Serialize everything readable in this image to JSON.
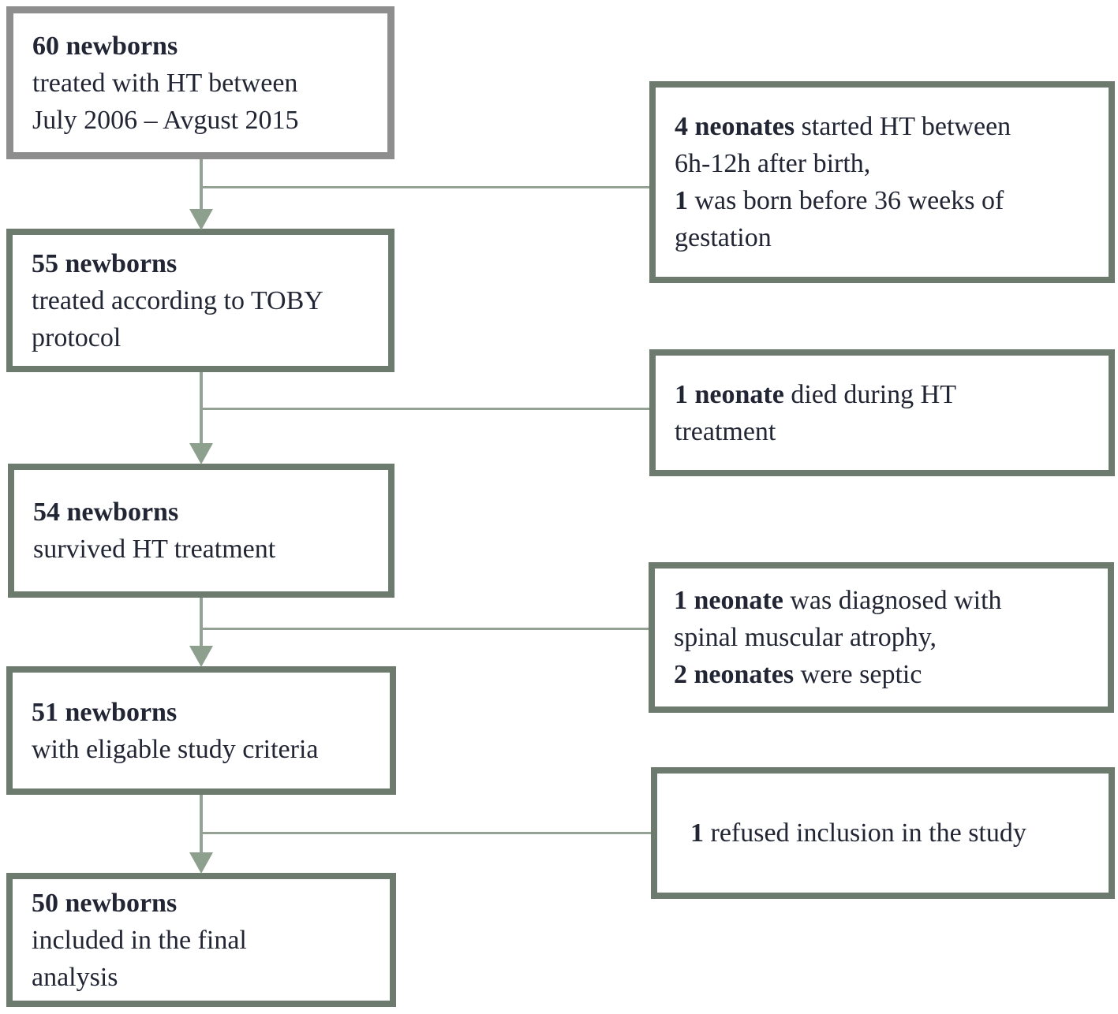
{
  "colors": {
    "box1_border": "#8e8e8e",
    "box_border": "#6c7b6d",
    "connector_color": "#93a294",
    "arrow_color": "#8da08e",
    "text_color": "#222634"
  },
  "left_boxes": [
    {
      "title": "60 newborns",
      "lines": [
        "treated with HT between",
        "July 2006 – Avgust 2015"
      ]
    },
    {
      "title": "55 newborns",
      "lines": [
        "treated according to TOBY",
        "protocol"
      ]
    },
    {
      "title": "54 newborns",
      "lines": [
        "survived HT treatment"
      ]
    },
    {
      "title": "51 newborns",
      "lines": [
        "with eligable study criteria"
      ]
    },
    {
      "title": "50 newborns",
      "lines": [
        "included in the final",
        "analysis"
      ]
    }
  ],
  "right_boxes": [
    {
      "lines": [
        {
          "bold": "4 neonates",
          "text": " started HT between"
        },
        {
          "bold": "",
          "text": "6h-12h after birth,"
        },
        {
          "bold": "1",
          "text": " was born before 36 weeks of"
        },
        {
          "bold": "",
          "text": "gestation"
        }
      ]
    },
    {
      "lines": [
        {
          "bold": "1 neonate",
          "text": " died during HT"
        },
        {
          "bold": "",
          "text": "treatment"
        }
      ]
    },
    {
      "lines": [
        {
          "bold": "1 neonate",
          "text": " was diagnosed with"
        },
        {
          "bold": "",
          "text": "spinal muscular atrophy,"
        },
        {
          "bold": "2 neonates",
          "text": " were septic"
        }
      ]
    },
    {
      "lines": [
        {
          "bold": "1",
          "text": " refused inclusion in the study"
        }
      ]
    }
  ]
}
